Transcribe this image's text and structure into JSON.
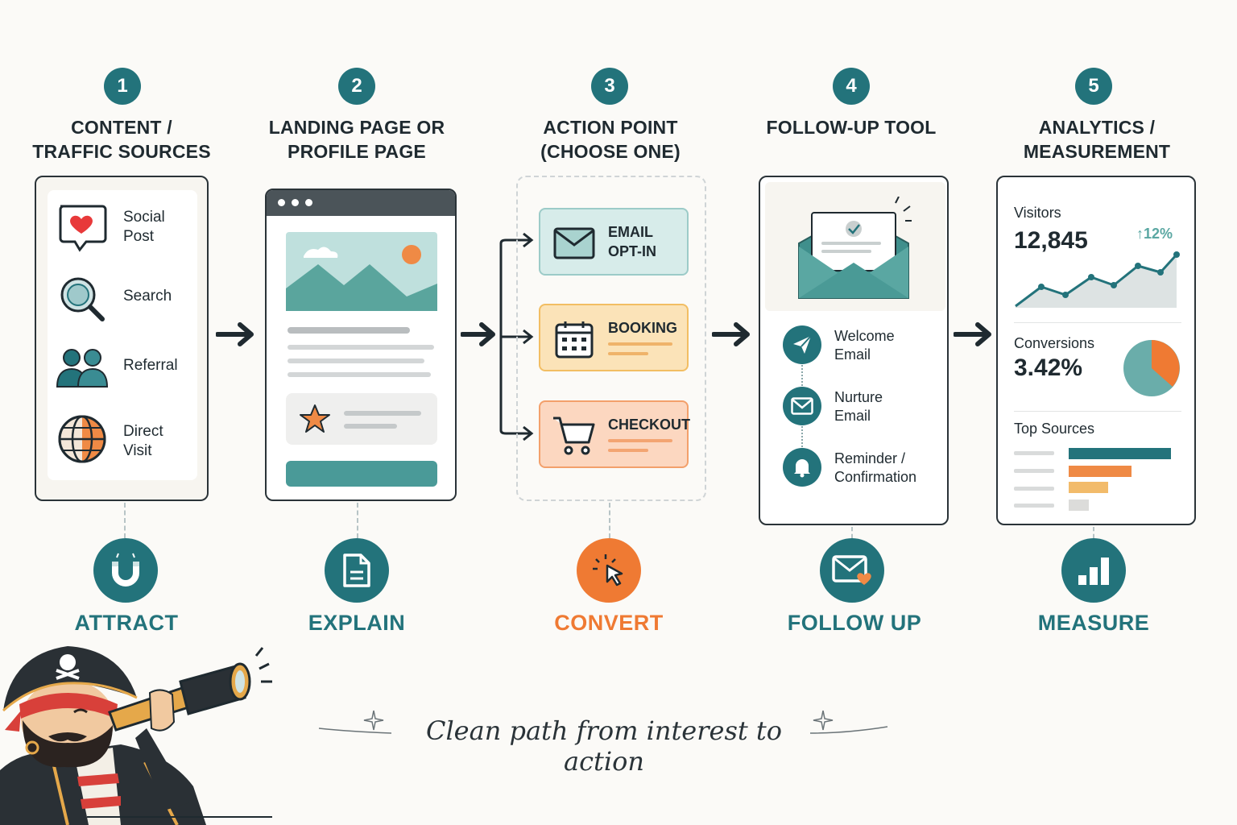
{
  "steps": [
    {
      "number": "1",
      "title": "CONTENT /\nTRAFFIC SOURCES",
      "action": "ATTRACT"
    },
    {
      "number": "2",
      "title": "LANDING PAGE OR\nPROFILE PAGE",
      "action": "EXPLAIN"
    },
    {
      "number": "3",
      "title": "ACTION POINT\n(CHOOSE ONE)",
      "action": "CONVERT"
    },
    {
      "number": "4",
      "title": "FOLLOW-UP TOOL",
      "action": "FOLLOW UP"
    },
    {
      "number": "5",
      "title": "ANALYTICS /\nMEASUREMENT",
      "action": "MEASURE"
    }
  ],
  "sources": [
    {
      "label": "Social\nPost",
      "icon": "heart-bubble-icon"
    },
    {
      "label": "Search",
      "icon": "magnifier-icon"
    },
    {
      "label": "Referral",
      "icon": "people-icon"
    },
    {
      "label": "Direct\nVisit",
      "icon": "globe-icon"
    }
  ],
  "action_points": [
    {
      "label": "EMAIL\nOPT-IN",
      "icon": "envelope-icon"
    },
    {
      "label": "BOOKING",
      "icon": "calendar-icon"
    },
    {
      "label": "CHECKOUT",
      "icon": "cart-icon"
    }
  ],
  "follow_up": [
    {
      "label": "Welcome\nEmail",
      "icon": "paper-plane-icon"
    },
    {
      "label": "Nurture\nEmail",
      "icon": "envelope-icon"
    },
    {
      "label": "Reminder /\nConfirmation",
      "icon": "bell-icon"
    }
  ],
  "analytics": {
    "visitors_label": "Visitors",
    "visitors_value": "12,845",
    "change": "12%",
    "conversions_label": "Conversions",
    "conversions_value": "3.42%",
    "top_sources_label": "Top Sources"
  },
  "tagline": "Clean path from interest to action",
  "colors": {
    "teal": "#23737b",
    "orange": "#ef7a33",
    "dark": "#1f2a30"
  }
}
